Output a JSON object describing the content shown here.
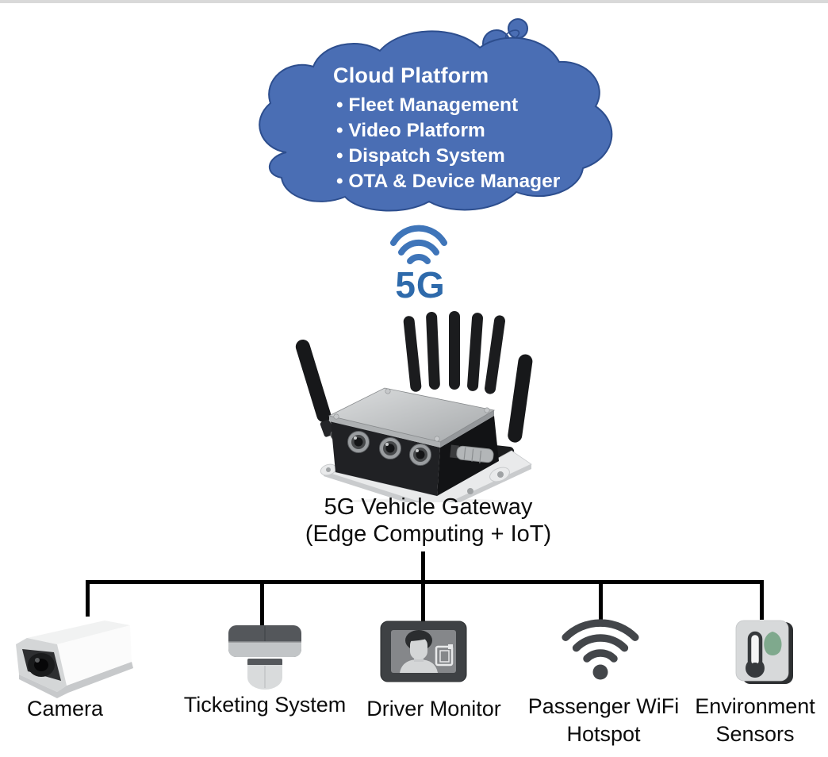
{
  "page": {
    "top_strip_color": "#d9d9d9",
    "background": "#ffffff"
  },
  "cloud": {
    "title": "Cloud Platform",
    "items": [
      "Fleet Management",
      "Video Platform",
      "Dispatch System",
      "OTA & Device Manager"
    ]
  },
  "link": {
    "label": "5G"
  },
  "gateway": {
    "title": "5G Vehicle Gateway",
    "subtitle": "(Edge Computing + IoT)"
  },
  "devices": [
    {
      "label": "Camera"
    },
    {
      "label": "Ticketing System"
    },
    {
      "label": "Driver Monitor"
    },
    {
      "label": "Passenger WiFi",
      "label2": "Hotspot"
    },
    {
      "label": "Environment",
      "label2": "Sensors"
    }
  ],
  "colors": {
    "cloud_fill": "#4a6eb4",
    "cloud_outline": "#2d4e8e",
    "link_icon_blue": "#3f75b9",
    "link_text_blue": "#2e6aab",
    "connector_line": "#000000",
    "icon_charcoal": "#43464a",
    "sensor_green": "#7fa98d",
    "label_text": "#0c0c0c",
    "cloud_text": "#ffffff",
    "strip": "#d9d9d9"
  }
}
